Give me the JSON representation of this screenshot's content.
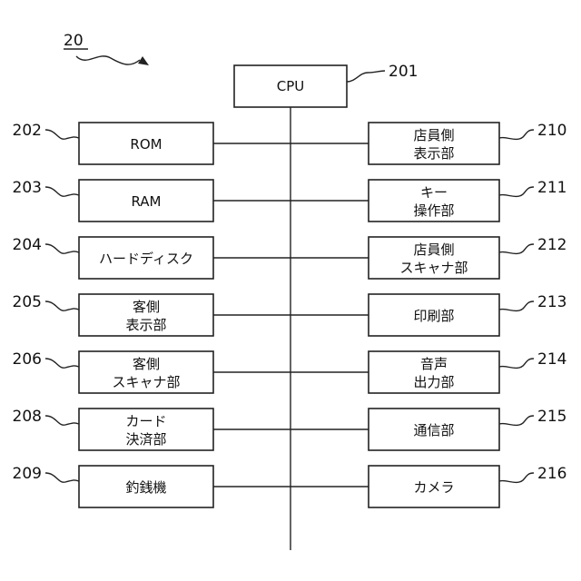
{
  "figure": {
    "label": "20",
    "cpu": {
      "ref": "201",
      "lines": [
        "CPU"
      ]
    },
    "left_blocks": [
      {
        "ref": "202",
        "lines": [
          "ROM"
        ]
      },
      {
        "ref": "203",
        "lines": [
          "RAM"
        ]
      },
      {
        "ref": "204",
        "lines": [
          "ハードディスク"
        ]
      },
      {
        "ref": "205",
        "lines": [
          "客側",
          "表示部"
        ]
      },
      {
        "ref": "206",
        "lines": [
          "客側",
          "スキャナ部"
        ]
      },
      {
        "ref": "208",
        "lines": [
          "カード",
          "決済部"
        ]
      },
      {
        "ref": "209",
        "lines": [
          "釣銭機"
        ]
      }
    ],
    "right_blocks": [
      {
        "ref": "210",
        "lines": [
          "店員側",
          "表示部"
        ]
      },
      {
        "ref": "211",
        "lines": [
          "キー",
          "操作部"
        ]
      },
      {
        "ref": "212",
        "lines": [
          "店員側",
          "スキャナ部"
        ]
      },
      {
        "ref": "213",
        "lines": [
          "印刷部"
        ]
      },
      {
        "ref": "214",
        "lines": [
          "音声",
          "出力部"
        ]
      },
      {
        "ref": "215",
        "lines": [
          "通信部"
        ]
      },
      {
        "ref": "216",
        "lines": [
          "カメラ"
        ]
      }
    ]
  }
}
